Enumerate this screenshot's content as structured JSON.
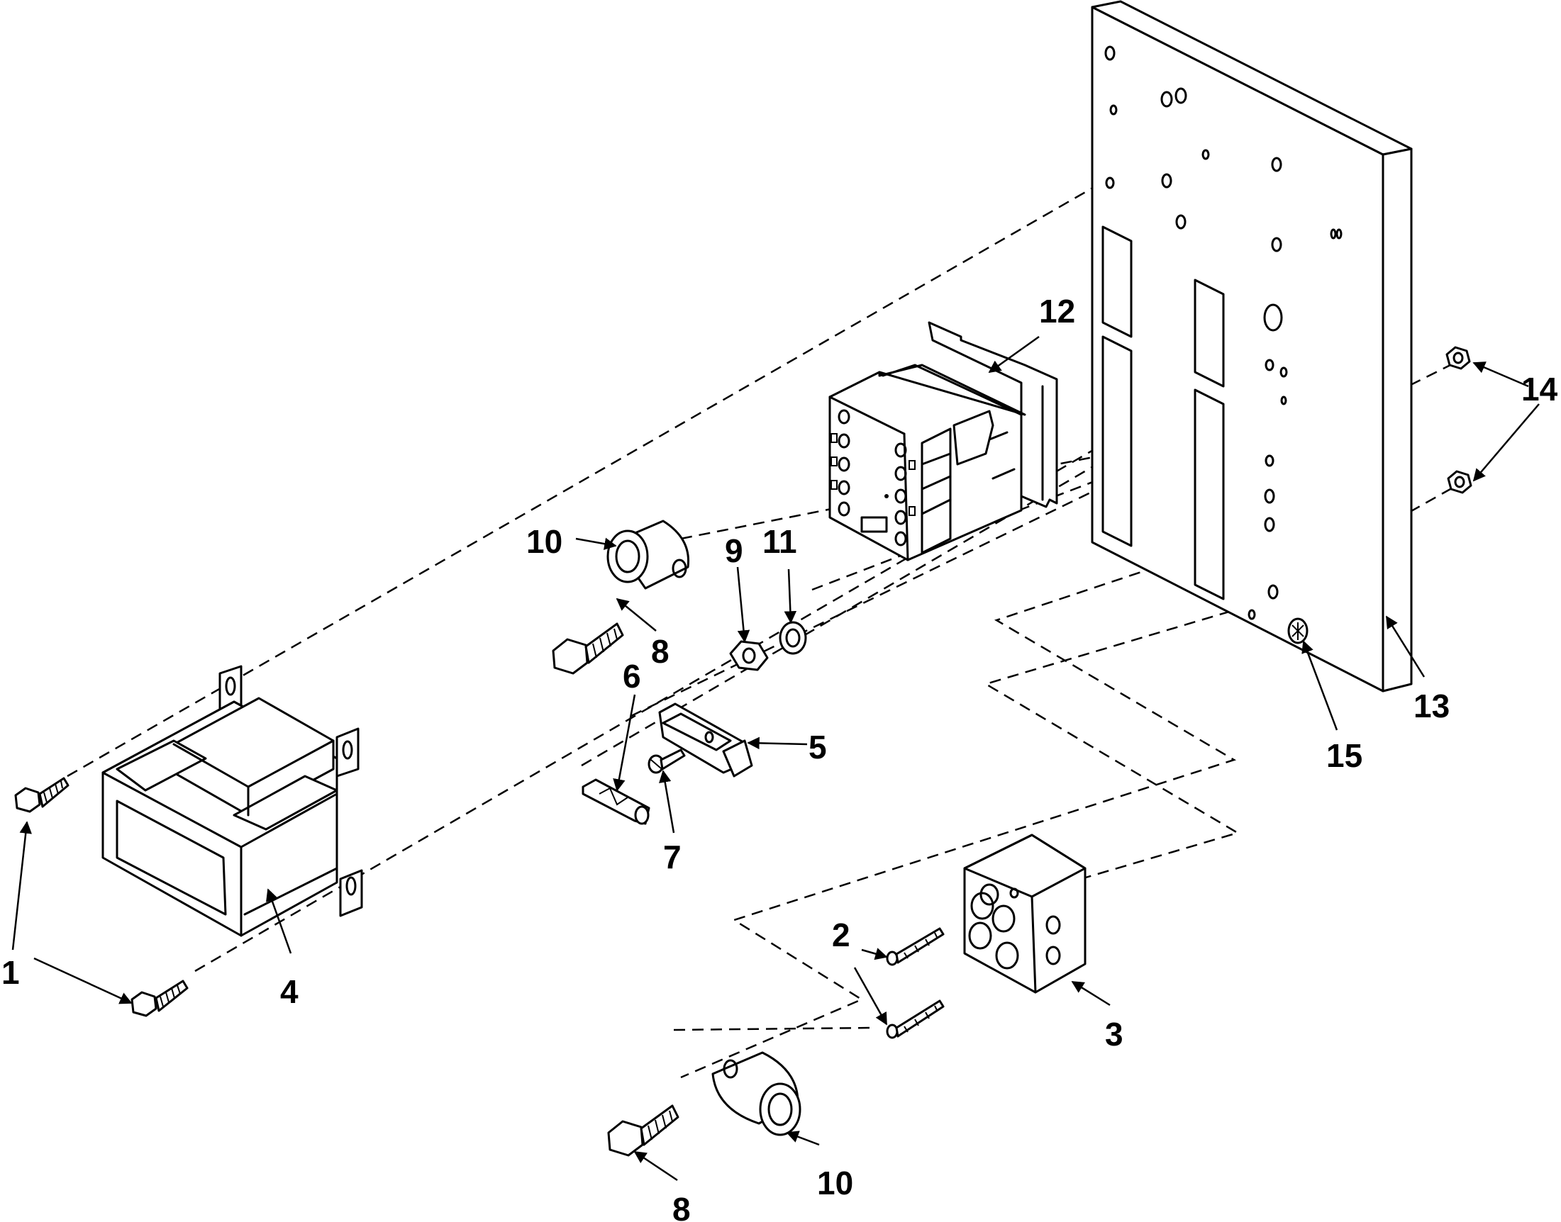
{
  "callouts": [
    {
      "id": "c1a",
      "text": "1"
    },
    {
      "id": "c2",
      "text": "2"
    },
    {
      "id": "c3",
      "text": "3"
    },
    {
      "id": "c4",
      "text": "4"
    },
    {
      "id": "c5",
      "text": "5"
    },
    {
      "id": "c6",
      "text": "6"
    },
    {
      "id": "c7",
      "text": "7"
    },
    {
      "id": "c8a",
      "text": "8"
    },
    {
      "id": "c8b",
      "text": "8"
    },
    {
      "id": "c9",
      "text": "9"
    },
    {
      "id": "c10a",
      "text": "10"
    },
    {
      "id": "c10b",
      "text": "10"
    },
    {
      "id": "c11",
      "text": "11"
    },
    {
      "id": "c12",
      "text": "12"
    },
    {
      "id": "c13",
      "text": "13"
    },
    {
      "id": "c14",
      "text": "14"
    },
    {
      "id": "c15",
      "text": "15"
    }
  ],
  "colors": {
    "ink": "#000000",
    "paper": "#ffffff"
  }
}
